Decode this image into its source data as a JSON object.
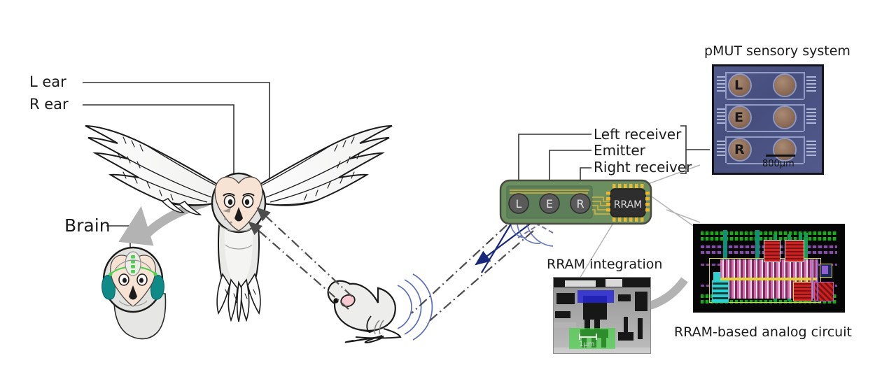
{
  "figure": {
    "domain": "scientific-diagram",
    "description": "Barn owl biological sound localization compared with a pMUT + RRAM neuromorphic hardware system"
  },
  "labels": {
    "l_ear": "L ear",
    "r_ear": "R ear",
    "brain": "Brain",
    "left_receiver": "Left receiver",
    "emitter": "Emitter",
    "right_receiver": "Right receiver",
    "pmut_title": "pMUT sensory system",
    "rram_integration_title": "RRAM integration",
    "rram_circuit_caption": "RRAM-based analog circuit"
  },
  "board": {
    "chip_label": "RRAM",
    "transducers": [
      {
        "id": "left-receiver",
        "letter": "L"
      },
      {
        "id": "emitter",
        "letter": "E"
      },
      {
        "id": "right-receiver",
        "letter": "R"
      }
    ]
  },
  "pmut": {
    "scale_bar": "800µm",
    "cell_letters": [
      "L",
      "E",
      "R"
    ],
    "grid_rows": 3,
    "grid_cols": 2
  },
  "tem": {
    "scale_bar": "1µm"
  },
  "colors": {
    "pcb_green": "#6b8f5e",
    "pcb_inner": "#5c7f59",
    "chip_body": "#2e2e2e",
    "chip_pin_gold": "#e8b931",
    "transducer": "#5a5a5a",
    "sound_wave_blue": "#4a5fb0",
    "arrow_navy": "#18287a",
    "path_gray": "#4d4d4d",
    "big_arrow_gray": "#b0b0b0",
    "owl_body": "#e9e9e7",
    "owl_face": "#f6e2d2",
    "brain_teal": "#0f8a86",
    "brain_green": "#4fd14f",
    "pmut_substrate": "#4d5585"
  }
}
